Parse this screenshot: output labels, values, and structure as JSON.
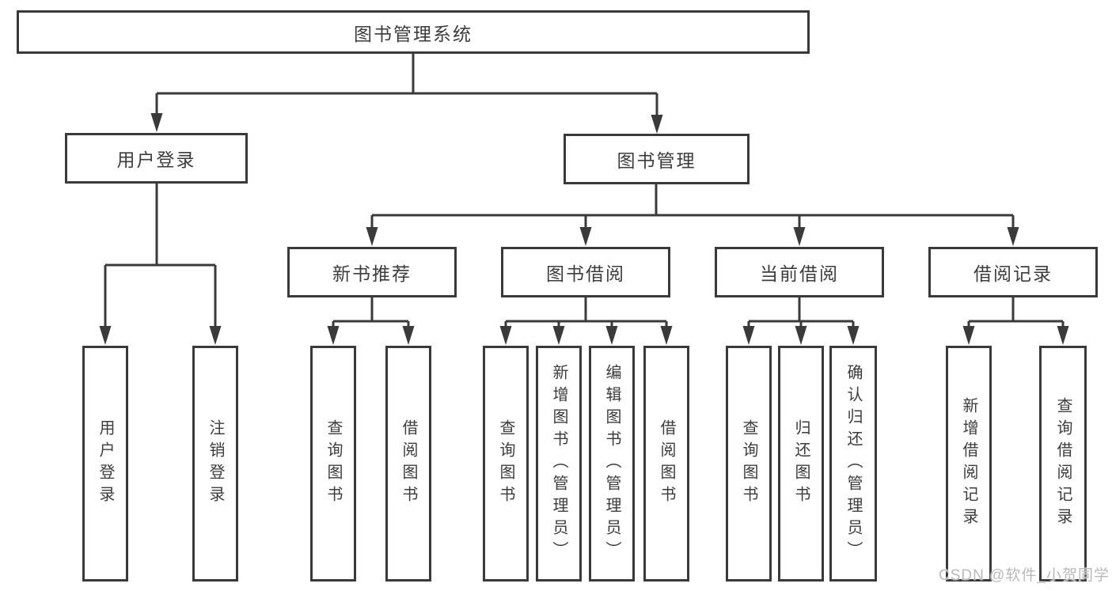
{
  "diagram": {
    "root": {
      "label": "图书管理系统"
    },
    "user_branch": {
      "label": "用户登录",
      "children": [
        {
          "label": "用户登录"
        },
        {
          "label": "注销登录"
        }
      ]
    },
    "book_branch": {
      "label": "图书管理",
      "groups": [
        {
          "label": "新书推荐",
          "children": [
            {
              "label": "查询图书"
            },
            {
              "label": "借阅图书"
            }
          ]
        },
        {
          "label": "图书借阅",
          "children": [
            {
              "label": "查询图书"
            },
            {
              "label": "新增图书（管理员）"
            },
            {
              "label": "编辑图书（管理员）"
            },
            {
              "label": "借阅图书"
            }
          ]
        },
        {
          "label": "当前借阅",
          "children": [
            {
              "label": "查询图书"
            },
            {
              "label": "归还图书"
            },
            {
              "label": "确认归还（管理员）"
            }
          ]
        },
        {
          "label": "借阅记录",
          "children": [
            {
              "label": "新增借阅记录"
            },
            {
              "label": "查询借阅记录"
            }
          ]
        }
      ]
    },
    "watermark": "CSDN @软件_小贺同学",
    "colors": {
      "line": "#3a3a3a",
      "text": "#3c3c3c",
      "watermark": "#b9b9b9"
    }
  }
}
